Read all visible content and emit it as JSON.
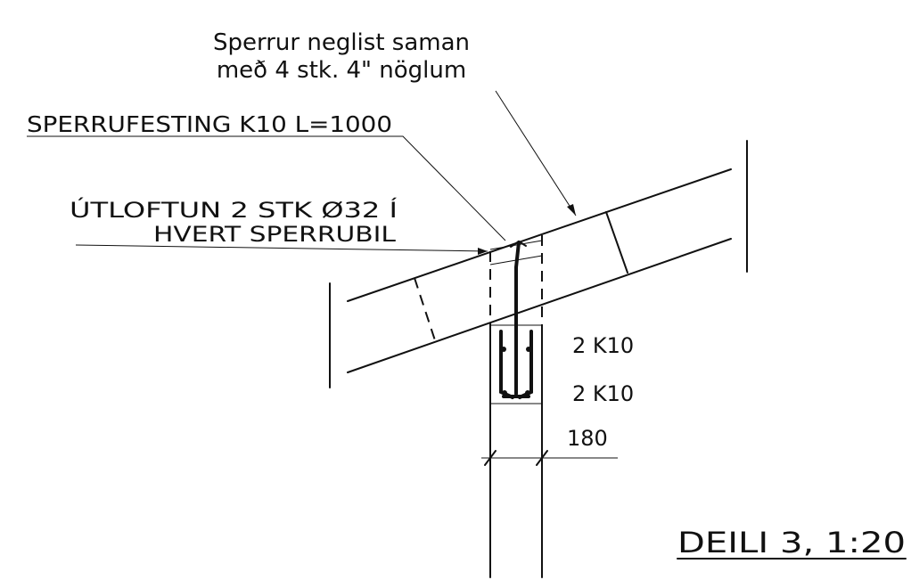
{
  "annotations": {
    "nailing_note_line1": "Sperrur neglist saman",
    "nailing_note_line2": "með 4 stk. 4\" nöglum",
    "rafter_fastening": "SPERRUFESTING K10 L=1000",
    "ventilation_line1": "ÚTLOFTUN 2 STK Ø32 Í",
    "ventilation_line2": "HVERT SPERRUBIL",
    "rebar_top": "2 K10",
    "rebar_bottom": "2 K10",
    "wall_width": "180",
    "detail_title": "DEILI 3, 1:20"
  }
}
